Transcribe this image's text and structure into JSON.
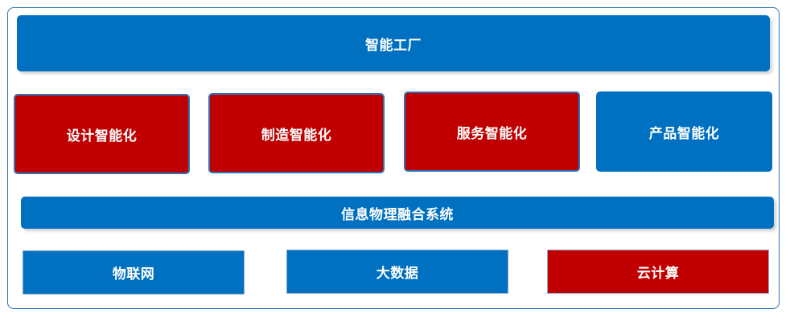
{
  "diagram": {
    "top": {
      "label": "智能工厂"
    },
    "middle": [
      {
        "label": "设计智能化",
        "color": "#c00000"
      },
      {
        "label": "制造智能化",
        "color": "#c00000"
      },
      {
        "label": "服务智能化",
        "color": "#c00000"
      },
      {
        "label": "产品智能化",
        "color": "#0070c0"
      }
    ],
    "cps": {
      "label": "信息物理融合系统"
    },
    "bottom": [
      {
        "label": "物联网",
        "color": "#0070c0"
      },
      {
        "label": "大数据",
        "color": "#0070c0"
      },
      {
        "label": "云计算",
        "color": "#c00000"
      }
    ]
  }
}
